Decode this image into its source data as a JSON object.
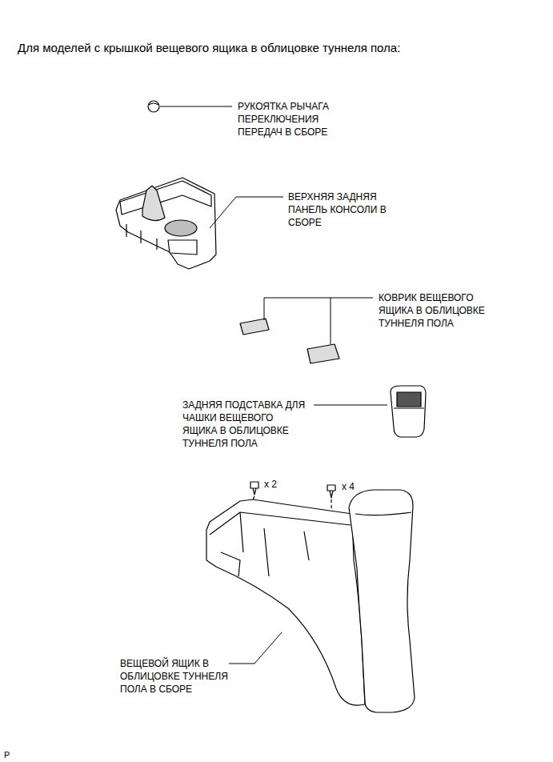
{
  "diagram": {
    "title": "Для моделей с крышкой вещевого ящика в облицовке туннеля пола:",
    "labels": [
      "РУКОЯТКА РЫЧАГА ПЕРЕКЛЮЧЕНИЯ ПЕРЕДАЧ В СБОРЕ",
      "ВЕРХНЯЯ ЗАДНЯЯ ПАНЕЛЬ КОНСОЛИ В СБОРЕ",
      "КОВРИК ВЕЩЕВОГО ЯЩИКА В ОБЛИЦОВКЕ ТУННЕЛЯ ПОЛА",
      "ЗАДНЯЯ ПОДСТАВКА ДЛЯ ЧАШКИ ВЕЩЕВОГО ЯЩИКА В ОБЛИЦОВКЕ ТУННЕЛЯ ПОЛА",
      "ВЕЩЕВОЙ ЯЩИК В ОБЛИЦОВКЕ ТУННЕЛЯ ПОЛА В СБОРЕ",
      "x 2",
      "x 4",
      "P"
    ]
  }
}
